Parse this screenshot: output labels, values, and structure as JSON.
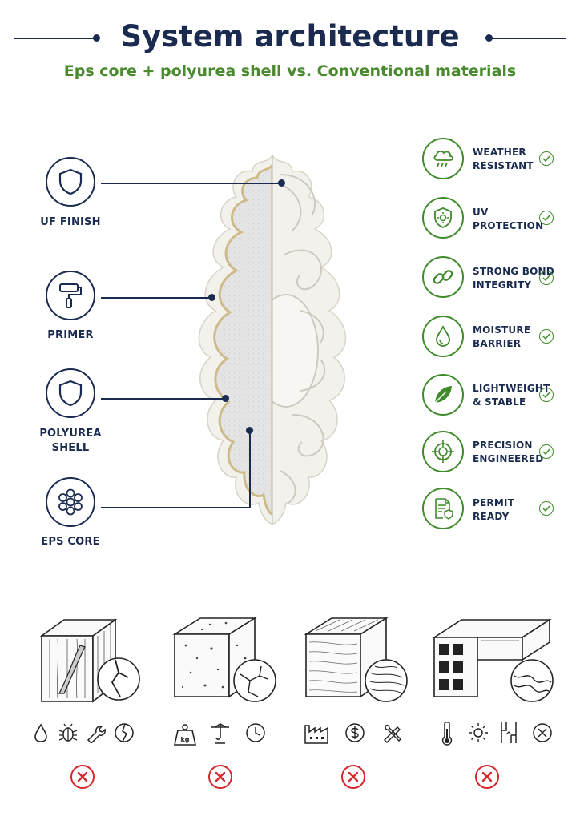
{
  "header": {
    "title": "System architecture",
    "subtitle": "Eps core + polyurea shell vs. Conventional materials"
  },
  "layers": [
    {
      "label": "UF FINISH",
      "icon": "shield-icon"
    },
    {
      "label": "PRIMER",
      "icon": "paint-roller-icon"
    },
    {
      "label": "POLYUREA SHELL",
      "icon": "shield-icon"
    },
    {
      "label": "EPS CORE",
      "icon": "eps-beads-icon"
    }
  ],
  "features": [
    {
      "line1": "WEATHER",
      "line2": "RESISTANT",
      "icon": "cloud-rain-icon"
    },
    {
      "line1": "UV",
      "line2": "PROTECTION",
      "icon": "sun-shield-icon"
    },
    {
      "line1": "STRONG BOND",
      "line2": "INTEGRITY",
      "icon": "chain-link-icon"
    },
    {
      "line1": "MOISTURE",
      "line2": "BARRIER",
      "icon": "water-drop-icon"
    },
    {
      "line1": "LIGHTWEIGHT",
      "line2": "& STABLE",
      "icon": "leaf-icon"
    },
    {
      "line1": "PRECISION",
      "line2": "ENGINEERED",
      "icon": "crosshair-icon"
    },
    {
      "line1": "PERMIT",
      "line2": "READY",
      "icon": "document-shield-icon"
    }
  ],
  "comparison": [
    {
      "material": "wood",
      "icons": [
        "drop-icon",
        "bug-icon",
        "wrench-icon",
        "crack-icon"
      ]
    },
    {
      "material": "concrete",
      "icons": [
        "weight-kg-icon",
        "crane-icon",
        "clock-icon"
      ],
      "weight_label": "kg"
    },
    {
      "material": "plaster",
      "icons": [
        "factory-icon",
        "dollar-icon",
        "tools-icon"
      ]
    },
    {
      "material": "pvc",
      "icons": [
        "thermometer-icon",
        "sun-icon",
        "gap-icon",
        "x-circle-icon"
      ]
    }
  ],
  "colors": {
    "navy": "#1b2b50",
    "green": "#3f8a2a",
    "red": "#d6262c"
  }
}
